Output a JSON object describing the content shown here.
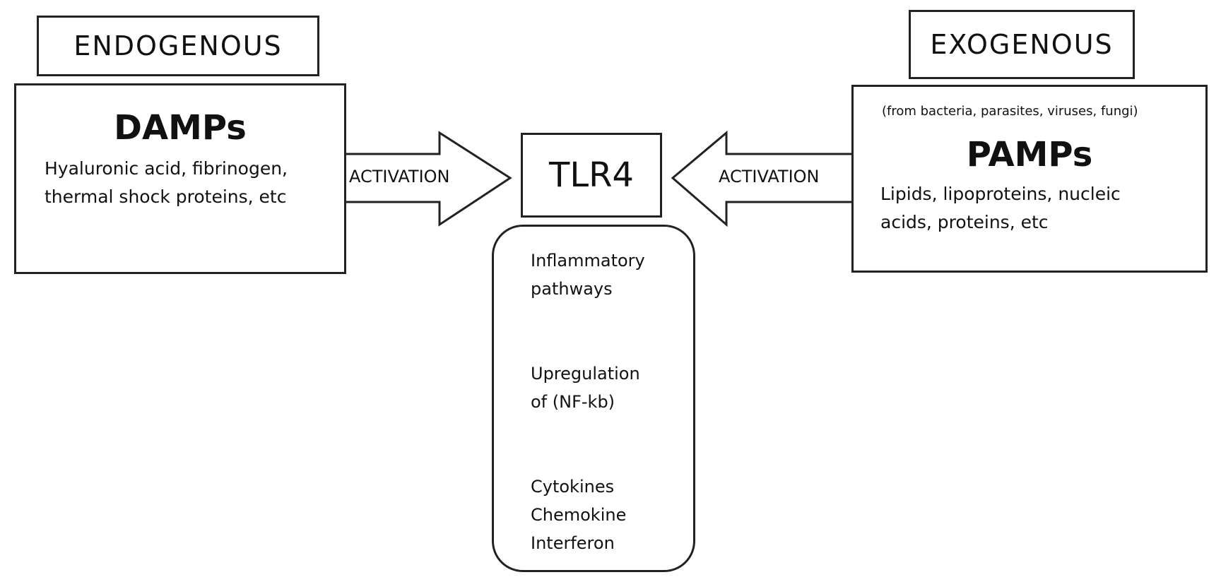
{
  "left": {
    "header": "ENDOGENOUS",
    "title": "DAMPs",
    "lines": [
      "Hyaluronic acid, fibrinogen,",
      "thermal shock proteins, etc"
    ],
    "arrow_label": "ACTIVATION"
  },
  "right": {
    "header": "EXOGENOUS",
    "note": "(from bacteria, parasites, viruses, fungi)",
    "title": "PAMPs",
    "lines": [
      "Lipids, lipoproteins, nucleic",
      "acids, proteins, etc"
    ],
    "arrow_label": "ACTIVATION"
  },
  "center": {
    "receptor": "TLR4",
    "pathway": [
      [
        "Inflammatory",
        "pathways"
      ],
      [
        "Upregulation",
        "of (NF-kb)"
      ],
      [
        "Cytokines",
        "Chemokine",
        "Interferon"
      ]
    ]
  }
}
